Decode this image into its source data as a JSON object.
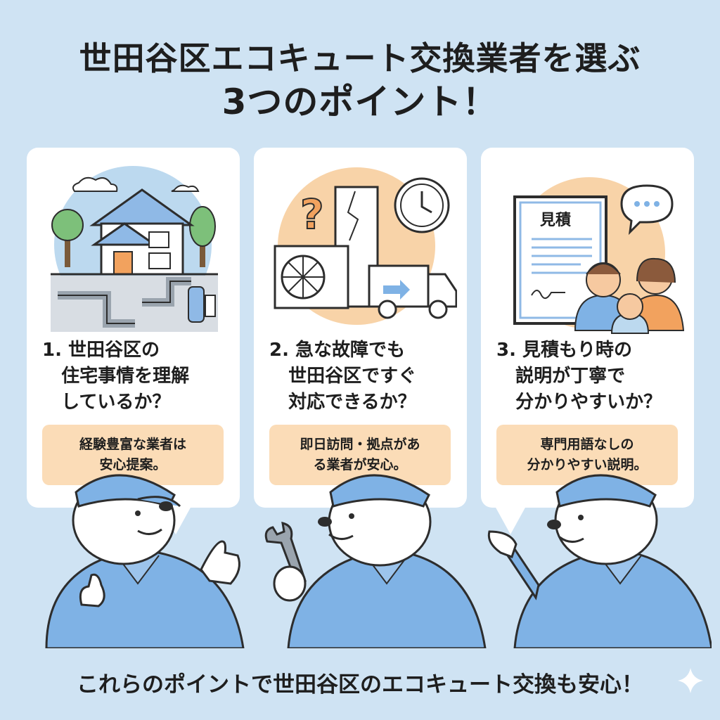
{
  "title": {
    "line1": "世田谷区エコキュート交換業者を選ぶ",
    "line2": "3つのポイント！"
  },
  "cards": [
    {
      "point": "1. 世田谷区の\n   住宅事情を理解\n   しているか？",
      "note": "経験豊富な業者は\n安心提案。",
      "illustration": "house-piping-illustration"
    },
    {
      "point": "2. 急な故障でも\n   世田谷区ですぐ\n   対応できるか？",
      "note": "即日訪問・拠点があ\nる業者が安心。",
      "illustration": "broken-heater-van-clock-illustration"
    },
    {
      "point": "3. 見積もり時の\n   説明が丁寧で\n   分かりやすいか？",
      "note": "専門用語なしの\n分かりやすい説明。",
      "illustration": "estimate-family-illustration",
      "estimate_label": "見積"
    }
  ],
  "mascots": [
    "bear-thumbs-up",
    "bear-wrench",
    "bear-pointing"
  ],
  "footer": "これらのポイントで世田谷区のエコキュート交換も安心！",
  "colors": {
    "background": "#cfe3f3",
    "card": "#ffffff",
    "note": "#fbdcb7",
    "shirt": "#7fb2e5",
    "peach": "#f8d3a8",
    "sky": "#bcd9ef"
  }
}
